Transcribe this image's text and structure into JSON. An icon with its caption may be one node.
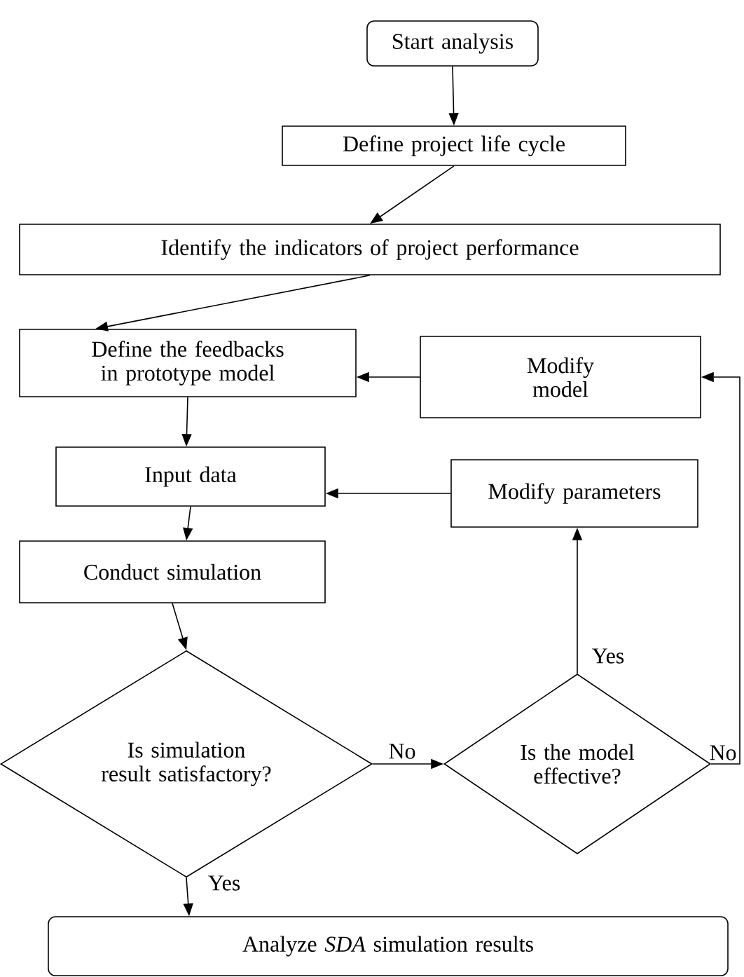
{
  "diagram": {
    "nodes": [
      {
        "text": [
          "Start analysis"
        ]
      },
      {
        "text": [
          "Define project life cycle"
        ]
      },
      {
        "text": [
          "Identify the indicators of project performance"
        ]
      },
      {
        "text": [
          "Define the feedbacks in prototype model"
        ]
      },
      {
        "text": [
          "Modify model"
        ]
      },
      {
        "text": [
          "Input data"
        ]
      },
      {
        "text": [
          "Modify parameters"
        ]
      },
      {
        "text": [
          "Conduct simulation"
        ]
      },
      {
        "text": [
          "Is simulation result satisfactory?"
        ]
      },
      {
        "text": [
          "Is the model effective?"
        ]
      },
      {
        "text": [
          "Analyze *SDA* simulation results"
        ]
      }
    ],
    "edges": [
      {
        "from": 0,
        "to": 1,
        "arrow": "to"
      },
      {
        "from": 1,
        "to": 2,
        "arrow": "to"
      },
      {
        "from": 2,
        "to": 3,
        "arrow": "to"
      },
      {
        "from": 4,
        "to": 3,
        "arrow": "to"
      },
      {
        "from": 3,
        "to": 5,
        "arrow": "to"
      },
      {
        "from": 6,
        "to": 5,
        "arrow": "to"
      },
      {
        "from": 5,
        "to": 7,
        "arrow": "to"
      },
      {
        "from": 7,
        "to": 8,
        "arrow": "to"
      },
      {
        "from": 8,
        "to": 9,
        "arrow": "to",
        "label": "No"
      },
      {
        "from": 9,
        "to": 6,
        "arrow": "to",
        "label": "Yes"
      },
      {
        "from": 9,
        "to": 4,
        "arrow": "to",
        "label": "No"
      },
      {
        "from": 8,
        "to": 10,
        "arrow": "to",
        "label": "Yes"
      }
    ]
  }
}
